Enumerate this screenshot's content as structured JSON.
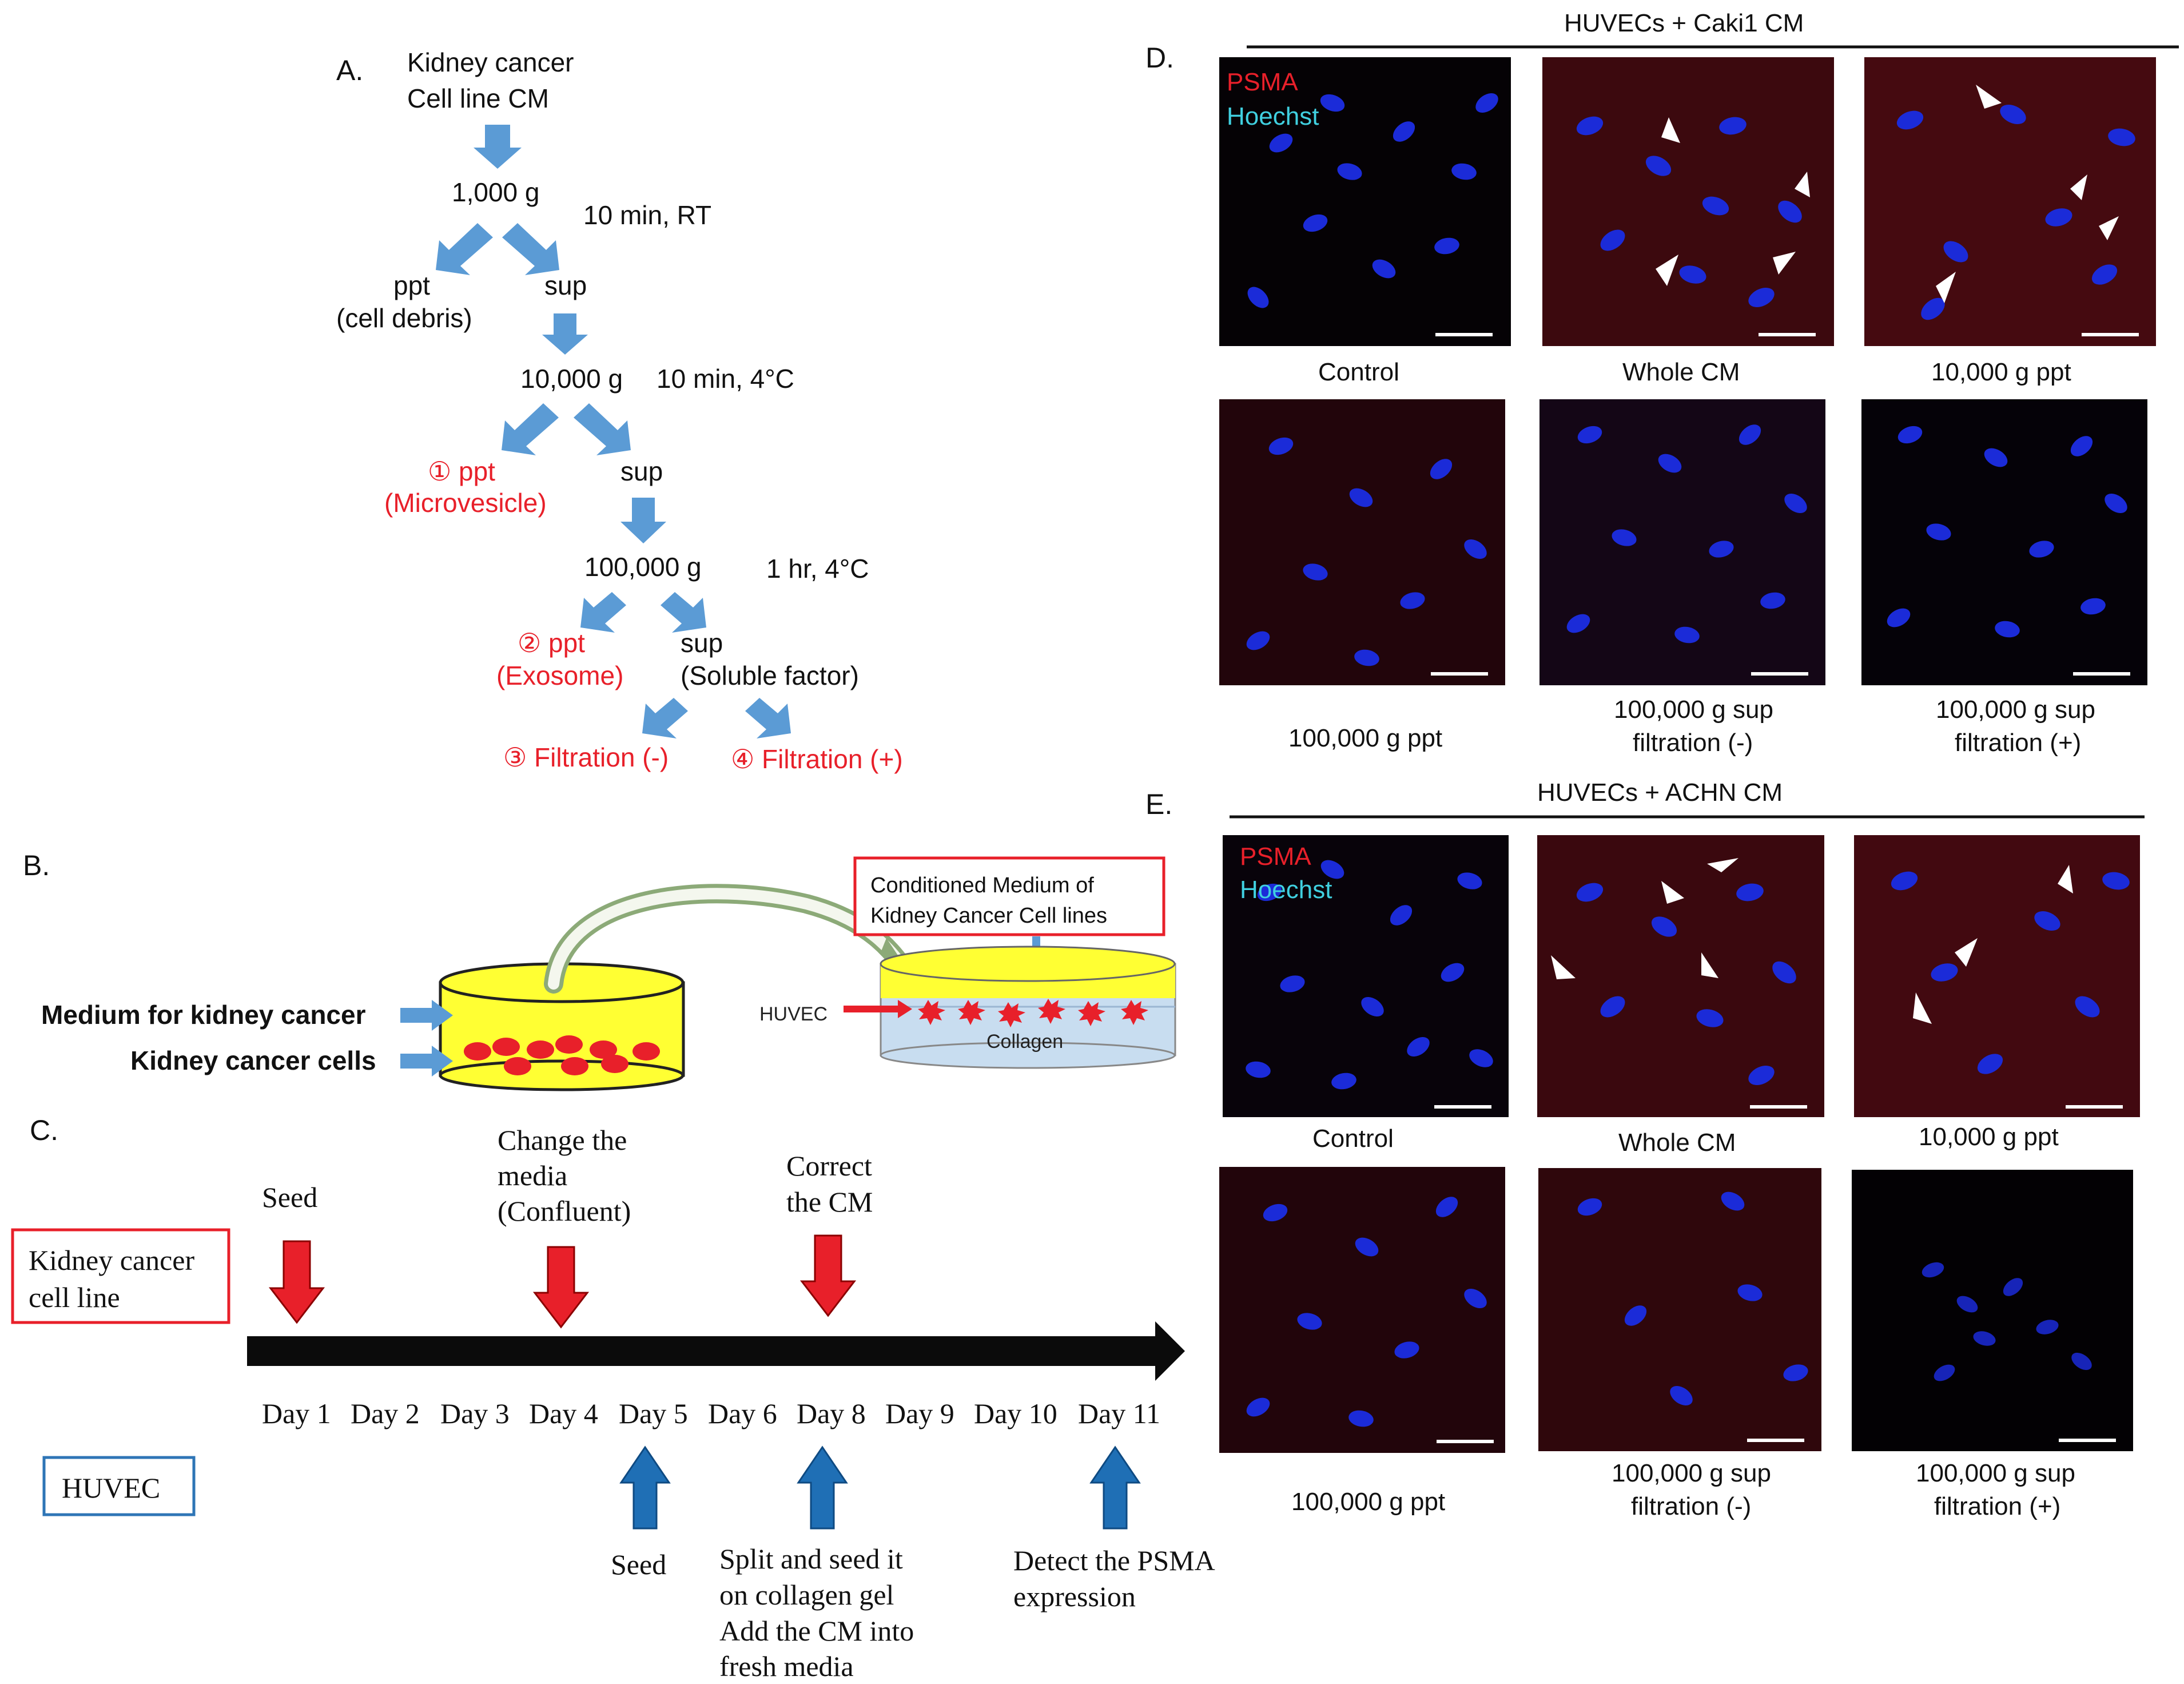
{
  "colors": {
    "red": "#e8202a",
    "arrow_blue": "#5b9bd5",
    "dark_blue": "#1f6fb5",
    "yellow": "#ffff33",
    "cyan": "#40d0e0",
    "box_blue": "#2e75b6"
  },
  "panel_labels": {
    "a": "A.",
    "b": "B.",
    "c": "C.",
    "d": "D.",
    "e": "E."
  },
  "panel_a": {
    "start_line1": "Kidney cancer",
    "start_line2": "Cell line CM",
    "step1": "1,000 g",
    "cond1": "10 min, RT",
    "ppt1": "ppt",
    "ppt1_note": "(cell debris)",
    "sup1": "sup",
    "step2": "10,000 g",
    "cond2": "10 min, 4°C",
    "ppt2": "①  ppt",
    "ppt2_note": "(Microvesicle)",
    "sup2": "sup",
    "step3": "100,000 g",
    "cond3": "1 hr, 4°C",
    "ppt3": "②  ppt",
    "ppt3_note": "(Exosome)",
    "sup3": "sup",
    "sup3_note": "(Soluble factor)",
    "filt_minus": "③  Filtration (-)",
    "filt_plus": "④  Filtration (+)"
  },
  "panel_b": {
    "cm_box_line1": "Conditioned Medium of",
    "cm_box_line2": "Kidney Cancer Cell lines",
    "medium_label": "Medium for kidney cancer",
    "cells_label": "Kidney cancer cells",
    "huvec_label": "HUVEC",
    "collagen_label": "Collagen"
  },
  "panel_c": {
    "kidney_box_line1": "Kidney cancer",
    "kidney_box_line2": "cell line",
    "huvec_box": "HUVEC",
    "seed_top": "Seed",
    "change_line1": "Change the",
    "change_line2": "media",
    "change_line3": "(Confluent)",
    "correct_line1": "Correct",
    "correct_line2": "the CM",
    "days": [
      "Day 1",
      "Day 2",
      "Day 3",
      "Day 4",
      "Day 5",
      "Day 6",
      "Day 8",
      "Day 9",
      "Day 10",
      "Day 11"
    ],
    "seed_bottom": "Seed",
    "split_line1": "Split and seed it",
    "split_line2": "on collagen gel",
    "split_line3": "Add the CM into",
    "split_line4": "fresh media",
    "detect_line1": "Detect the PSMA",
    "detect_line2": "expression"
  },
  "panel_d": {
    "title": "HUVECs + Caki1 CM",
    "legend_psma": "PSMA",
    "legend_hoechst": "Hoechst",
    "cap_control": "Control",
    "cap_whole": "Whole CM",
    "cap_10k": "10,000 g ppt",
    "cap_100k": "100,000 g ppt",
    "cap_sup_minus_1": "100,000 g sup",
    "cap_sup_minus_2": "filtration (-)",
    "cap_sup_plus_1": "100,000 g sup",
    "cap_sup_plus_2": "filtration (+)"
  },
  "panel_e": {
    "title": "HUVECs + ACHN CM",
    "legend_psma": "PSMA",
    "legend_hoechst": "Hoechst",
    "cap_control": "Control",
    "cap_whole": "Whole CM",
    "cap_10k": "10,000 g ppt",
    "cap_100k": "100,000 g ppt",
    "cap_sup_minus_1": "100,000 g sup",
    "cap_sup_minus_2": "filtration (-)",
    "cap_sup_plus_1": "100,000 g sup",
    "cap_sup_plus_2": "filtration (+)"
  }
}
